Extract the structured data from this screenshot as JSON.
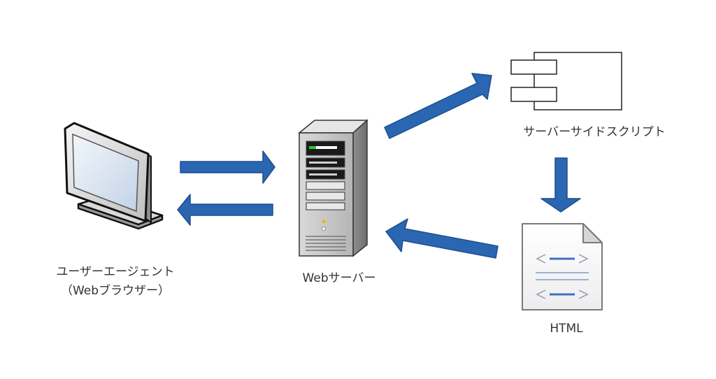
{
  "nodes": {
    "user_agent": {
      "line1": "ユーザーエージェント",
      "line2": "（Webブラウザー）"
    },
    "web_server": {
      "label": "Webサーバー"
    },
    "server_side_script": {
      "label": "サーバーサイドスクリプト"
    },
    "html_file": {
      "label": "HTML"
    }
  },
  "colors": {
    "arrow_fill": "#2a66b2",
    "arrow_stroke": "#1d4f8f",
    "text": "#333333"
  },
  "icons": [
    "monitor-icon",
    "server-tower-icon",
    "component-icon",
    "html-document-icon"
  ]
}
